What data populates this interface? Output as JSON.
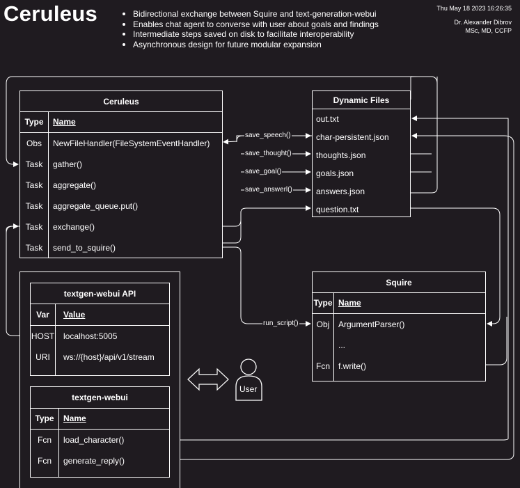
{
  "title": "Ceruleus",
  "bullets": [
    "Bidirectional exchange between Squire and text-generation-webui",
    "Enables chat agent to converse with user about goals and findings",
    "Intermediate steps saved on disk to facilitate interoperability",
    "Asynchronous design for future modular expansion"
  ],
  "meta": {
    "date": "Thu May 18 2023 16:26:35",
    "author": "Dr. Alexander Dibrov",
    "credentials": "MSc, MD, CCFP"
  },
  "ceruleus": {
    "header": "Ceruleus",
    "col1": "Type",
    "col2": "Name",
    "rows": [
      {
        "type": "Obs",
        "name": "NewFileHandler(FileSystemEventHandler)"
      },
      {
        "type": "Task",
        "name": "gather()"
      },
      {
        "type": "Task",
        "name": "aggregate()"
      },
      {
        "type": "Task",
        "name": "aggregate_queue.put()"
      },
      {
        "type": "Task",
        "name": "exchange()"
      },
      {
        "type": "Task",
        "name": "send_to_squire()"
      }
    ]
  },
  "dynamic_files": {
    "header": "Dynamic Files",
    "rows": [
      "out.txt",
      "char-persistent.json",
      "thoughts.json",
      "goals.json",
      "answers.json",
      "question.txt"
    ]
  },
  "squire": {
    "header": "Squire",
    "col1": "Type",
    "col2": "Name",
    "rows": [
      {
        "type": "Obj",
        "name": "ArgumentParser()"
      },
      {
        "type": "",
        "name": "..."
      },
      {
        "type": "Fcn",
        "name": "f.write()"
      }
    ]
  },
  "api": {
    "header": "textgen-webui API",
    "col1": "Var",
    "col2": "Value",
    "rows": [
      {
        "type": "HOST",
        "name": "localhost:5005"
      },
      {
        "type": "URI",
        "name": "ws://{host}/api/v1/stream"
      }
    ]
  },
  "webui": {
    "header": "textgen-webui",
    "col1": "Type",
    "col2": "Name",
    "rows": [
      {
        "type": "Fcn",
        "name": "load_character()"
      },
      {
        "type": "Fcn",
        "name": "generate_reply()"
      }
    ]
  },
  "edge_labels": {
    "save_speech": "save_speech()",
    "save_thought": "save_thought()",
    "save_goal": "save_goal()",
    "save_answer": "save_answerl()",
    "run_script": "run_script()"
  },
  "user_label": "User"
}
